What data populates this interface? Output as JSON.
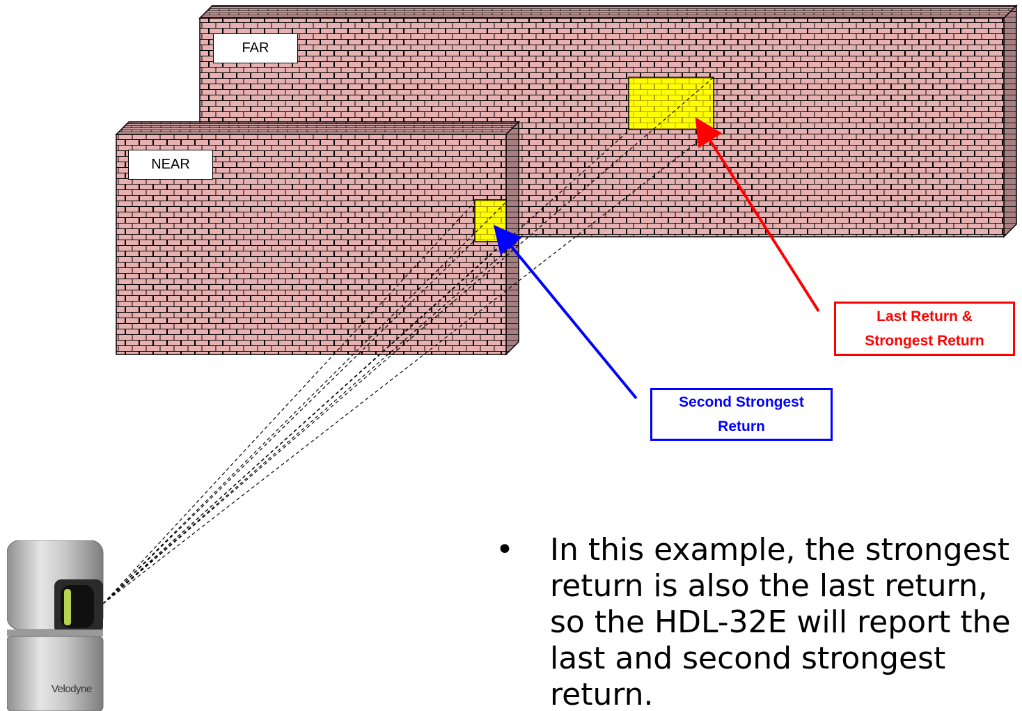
{
  "walls": {
    "far_label": "FAR",
    "near_label": "NEAR",
    "brick_color": "#e7b1b2",
    "mortar_color": "#000000",
    "target_color": "#ffff00"
  },
  "callouts": {
    "last_strongest": {
      "line1": "Last Return &",
      "line2": "Strongest Return",
      "color": "#ff0000"
    },
    "second_strongest": {
      "line1": "Second Strongest",
      "line2": "Return",
      "color": "#0000ff"
    }
  },
  "bullet": {
    "symbol": "•",
    "text": "In this example, the strongest return is also the last return, so the HDL-32E will report the last and second strongest return."
  },
  "sensor": {
    "brand": "Velodyne"
  }
}
